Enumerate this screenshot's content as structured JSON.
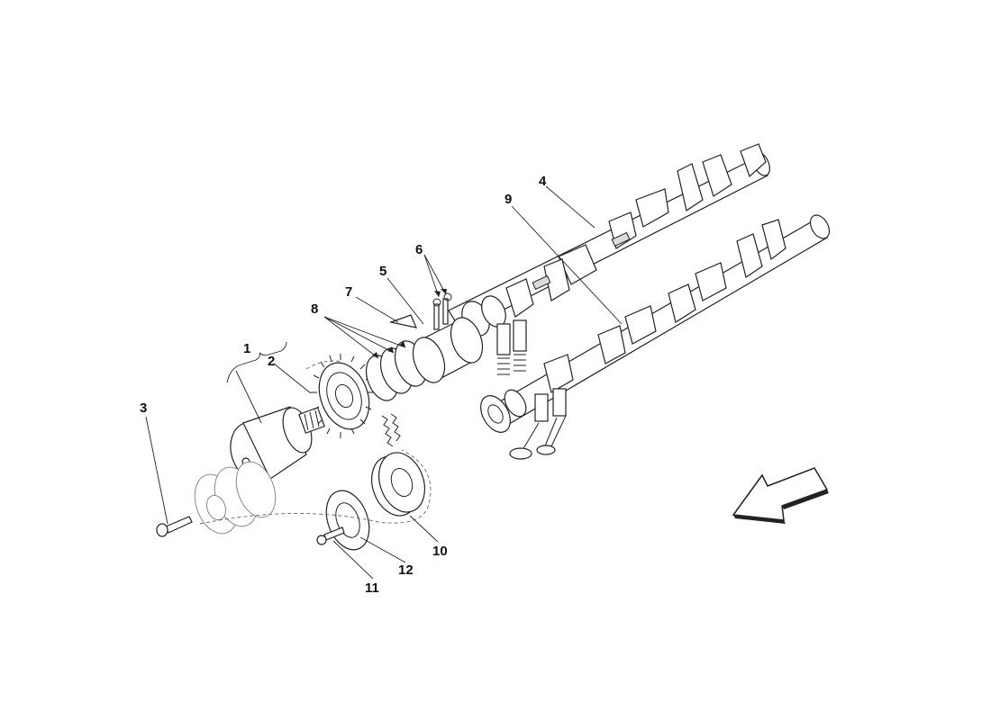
{
  "callouts": [
    {
      "id": "1",
      "text": "1"
    },
    {
      "id": "2",
      "text": "2"
    },
    {
      "id": "3",
      "text": "3"
    },
    {
      "id": "4",
      "text": "4"
    },
    {
      "id": "5",
      "text": "5"
    },
    {
      "id": "6",
      "text": "6"
    },
    {
      "id": "7",
      "text": "7"
    },
    {
      "id": "8",
      "text": "8"
    },
    {
      "id": "9",
      "text": "9"
    },
    {
      "id": "10",
      "text": "10"
    },
    {
      "id": "11",
      "text": "11"
    },
    {
      "id": "12",
      "text": "12"
    }
  ],
  "icons": {
    "direction_arrow": "direction-arrow-icon"
  },
  "colors": {
    "line": "#222222",
    "background": "#ffffff"
  }
}
